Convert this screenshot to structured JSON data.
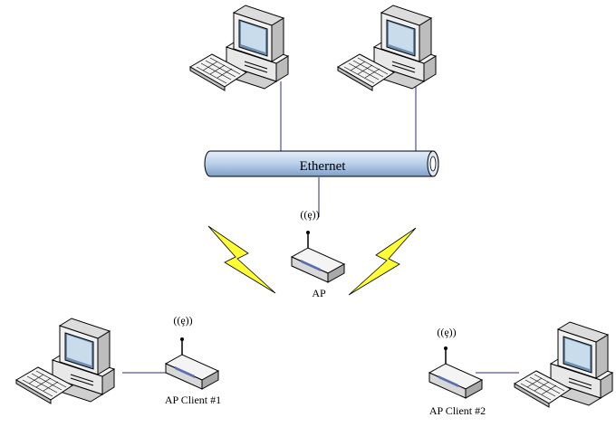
{
  "diagram": {
    "ethernet_label": "Ethernet",
    "ap_label": "AP",
    "client1_label": "AP Client #1",
    "client2_label": "AP Client #2",
    "wifi_glyph": "((ȩ))"
  },
  "colors": {
    "pipe_fill": "#b9d0ea",
    "lightning": "#ffff33",
    "line": "#2b2b8a"
  },
  "icons": [
    "desktop-computer-icon",
    "wireless-router-icon",
    "lightning-bolt-icon",
    "ethernet-bus-icon",
    "antenna-signal-icon"
  ]
}
